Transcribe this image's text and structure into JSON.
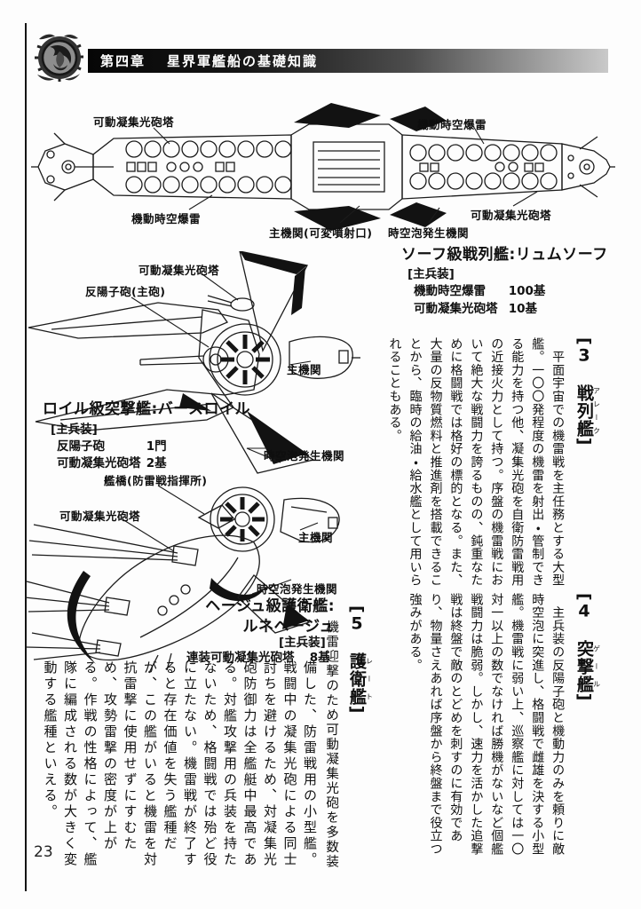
{
  "header": {
    "chapter": "第四章",
    "title": "星界軍艦船の基礎知識"
  },
  "page_number": "23",
  "diagrams": {
    "battleship": {
      "caption": "ソーフ級戦列艦:リュムソーフ",
      "armament_title": "[主兵装]",
      "armament": [
        {
          "name": "機動時空爆雷",
          "count": "100基"
        },
        {
          "name": "可動凝集光砲塔",
          "count": "10基"
        }
      ],
      "labels": {
        "turret_top": "可動凝集光砲塔",
        "mines_top": "機動時空爆雷",
        "mines_bottom": "機動時空爆雷",
        "engine": "主機関(可変噴射口)",
        "bubble": "時空泡発生機関",
        "turret_bottom": "可動凝集光砲塔"
      }
    },
    "assault": {
      "caption": "ロイル級突撃艦:バースロイル",
      "armament_title": "[主兵装]",
      "armament": [
        {
          "name": "反陽子砲",
          "count": "1門"
        },
        {
          "name": "可動凝集光砲塔",
          "count": "2基"
        }
      ],
      "labels": {
        "turret": "可動凝集光砲塔",
        "cannon": "反陽子砲(主砲)",
        "engine": "主機関",
        "bubble": "時空泡発生機関"
      }
    },
    "escort": {
      "caption_line1": "ヘージュ級護衛艦:",
      "caption_line2": "ルネヘージュ",
      "armament_title": "[主兵装]",
      "armament": [
        {
          "name": "連装可動凝集光砲塔",
          "count": "8基"
        }
      ],
      "labels": {
        "bridge": "艦橋(防雷戦指揮所)",
        "turret": "可動凝集光砲塔",
        "engine": "主機関",
        "bubble": "時空泡発生機関"
      }
    }
  },
  "sections": [
    {
      "open": "[",
      "num": "3",
      "name": "戦列艦",
      "furigana": "アレーク",
      "close": "]",
      "body": "　平面宇宙での機雷戦を主任務とする大型艦。一〇〇発程度の機雷を射出・管制できる能力を持つ他、凝集光砲を自衛防雷戦用の近接火力として持つ。序盤の機雷戦において絶大な戦闘力を誇るものの、鈍重なために格闘戦では格好の標的となる。また、大量の反物質燃料と推進剤を搭載できることから、臨時の給油・給水艦として用いられることもある。"
    },
    {
      "open": "[",
      "num": "4",
      "name": "突撃艦",
      "furigana": "ゲール",
      "close": "]",
      "body": "　主兵装の反陽子砲と機動力のみを頼りに敵時空泡に突進し、格闘戦で雌雄を決する小型艦。機雷戦に弱い上、巡察艦に対しては一〇対一以上の数でなければ勝機がないなど個艦戦闘力は脆弱。しかし、速力を活かした追撃戦は終盤で敵のとどめを刺すのに有効であり、物量さえあれば序盤から終盤まで役立つ強みがある。"
    },
    {
      "open": "[",
      "num": "5",
      "name": "護衛艦",
      "furigana": "レート",
      "close": "]",
      "body_start": "　機雷迎撃のため可動凝集光砲を多数装",
      "body_rest": "備した、防雷戦用の小型艦。戦闘中の凝集光砲による同士討ちを避けるため、対凝集光砲防御力は全艦艇中最高である。対艦攻撃用の兵装を持たないため、格闘戦では殆ど役に立たない。機雷戦が終了すると存在価値を失う艦種だが、この艦がいると機雷を対抗雷撃に使用せずにすむため、攻勢雷撃の密度が上がる。作戦の性格によって、艦隊に編成される数が大きく変動する艦種といえる。"
    }
  ]
}
